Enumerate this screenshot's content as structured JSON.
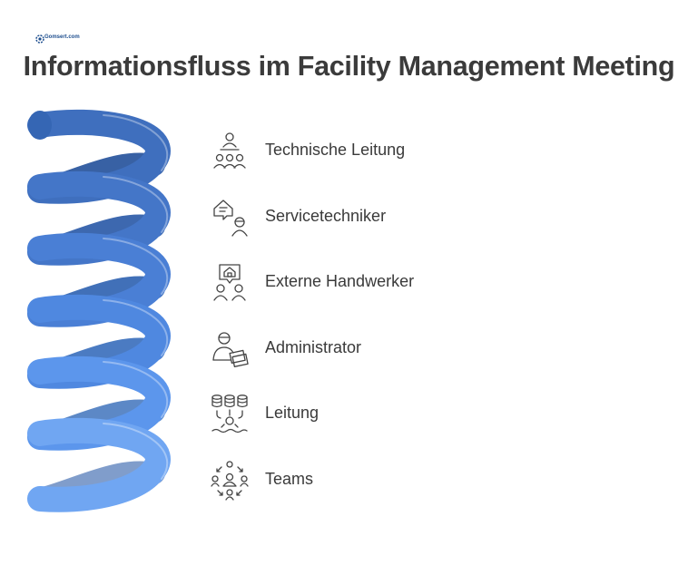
{
  "logo": {
    "text": "Gomsert.com"
  },
  "title": "Informationsfluss im Facility Management Meeting",
  "spring": {
    "colors": [
      "#3f6fbe",
      "#4476c8",
      "#4a7fd5",
      "#4f88e0",
      "#5c96ec",
      "#70a6f2",
      "#9cc0f7"
    ]
  },
  "items": [
    {
      "label": "Technische Leitung",
      "icon": "meeting-group-icon"
    },
    {
      "label": "Servicetechniker",
      "icon": "technician-house-icon"
    },
    {
      "label": "Externe Handwerker",
      "icon": "external-workers-icon"
    },
    {
      "label": "Administrator",
      "icon": "administrator-icon"
    },
    {
      "label": "Leitung",
      "icon": "database-leadership-icon"
    },
    {
      "label": "Teams",
      "icon": "team-network-icon"
    }
  ]
}
